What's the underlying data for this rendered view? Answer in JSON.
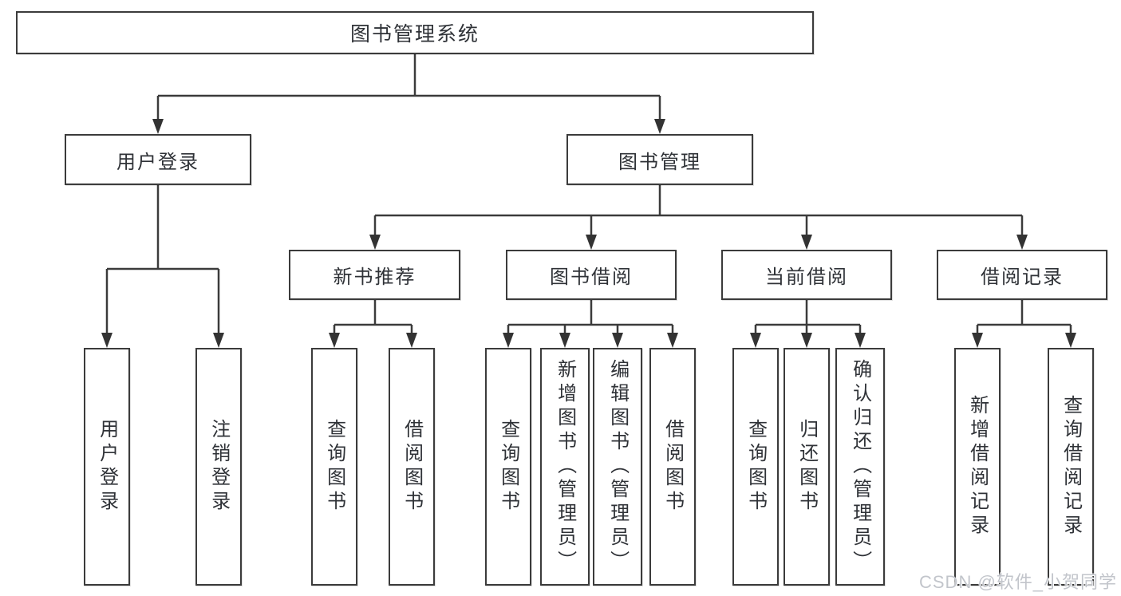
{
  "colors": {
    "line": "#3b3b3b",
    "box_border": "#3b3b3b",
    "text": "#2f3237",
    "background": "#ffffff",
    "watermark": "#c2c5cb"
  },
  "diagram": {
    "title": "图书管理系统",
    "branches": [
      {
        "label": "用户登录",
        "children": [
          {
            "label": "用户登录"
          },
          {
            "label": "注销登录"
          }
        ]
      },
      {
        "label": "图书管理",
        "sections": [
          {
            "label": "新书推荐",
            "children": [
              {
                "label": "查询图书"
              },
              {
                "label": "借阅图书"
              }
            ]
          },
          {
            "label": "图书借阅",
            "children": [
              {
                "label": "查询图书"
              },
              {
                "label": "新增图书（管理员）"
              },
              {
                "label": "编辑图书（管理员）"
              },
              {
                "label": "借阅图书"
              }
            ]
          },
          {
            "label": "当前借阅",
            "children": [
              {
                "label": "查询图书"
              },
              {
                "label": "归还图书"
              },
              {
                "label": "确认归还（管理员）"
              }
            ]
          },
          {
            "label": "借阅记录",
            "children": [
              {
                "label": "新增借阅记录"
              },
              {
                "label": "查询借阅记录"
              }
            ]
          }
        ]
      }
    ]
  },
  "watermark": {
    "text": "CSDN @软件_小贺同学"
  }
}
